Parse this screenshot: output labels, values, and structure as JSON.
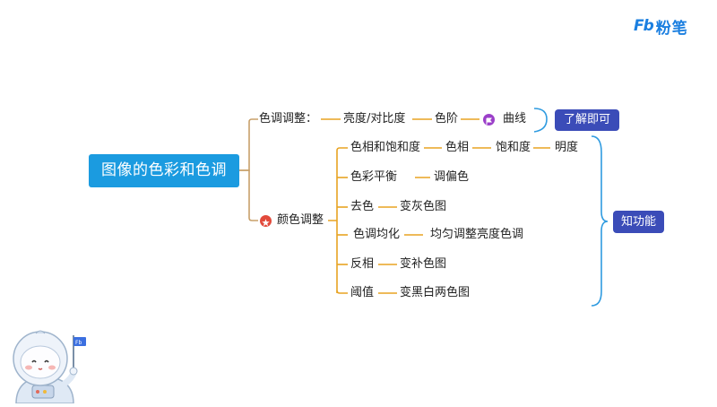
{
  "brand": {
    "mark": "Fb",
    "name": "粉笔"
  },
  "mindmap": {
    "root": "图像的色彩和色调",
    "branch_tone": {
      "label": "色调调整：",
      "items": [
        "亮度/对比度",
        "色阶",
        "曲线"
      ],
      "tag": "了解即可"
    },
    "branch_color": {
      "label": "颜色调整",
      "rows": [
        {
          "label": "色相和饱和度",
          "children": [
            "色相",
            "饱和度",
            "明度"
          ]
        },
        {
          "label": "色彩平衡",
          "children": [
            "调偏色"
          ]
        },
        {
          "label": "去色",
          "children": [
            "变灰色图"
          ]
        },
        {
          "label": "色调均化",
          "children": [
            "均匀调整亮度色调"
          ]
        },
        {
          "label": "反相",
          "children": [
            "变补色图"
          ]
        },
        {
          "label": "阈值",
          "children": [
            "变黑白两色图"
          ]
        }
      ],
      "tag": "知功能"
    }
  },
  "mascot": {
    "flag_text": "Fb"
  },
  "colors": {
    "root_bg": "#1b9be0",
    "connector_brown": "#c8a06a",
    "connector_orange": "#e8a322",
    "tag_bg": "#3b4cb8",
    "brace_blue": "#2f9be0",
    "brand_blue": "#1b7fe0"
  }
}
